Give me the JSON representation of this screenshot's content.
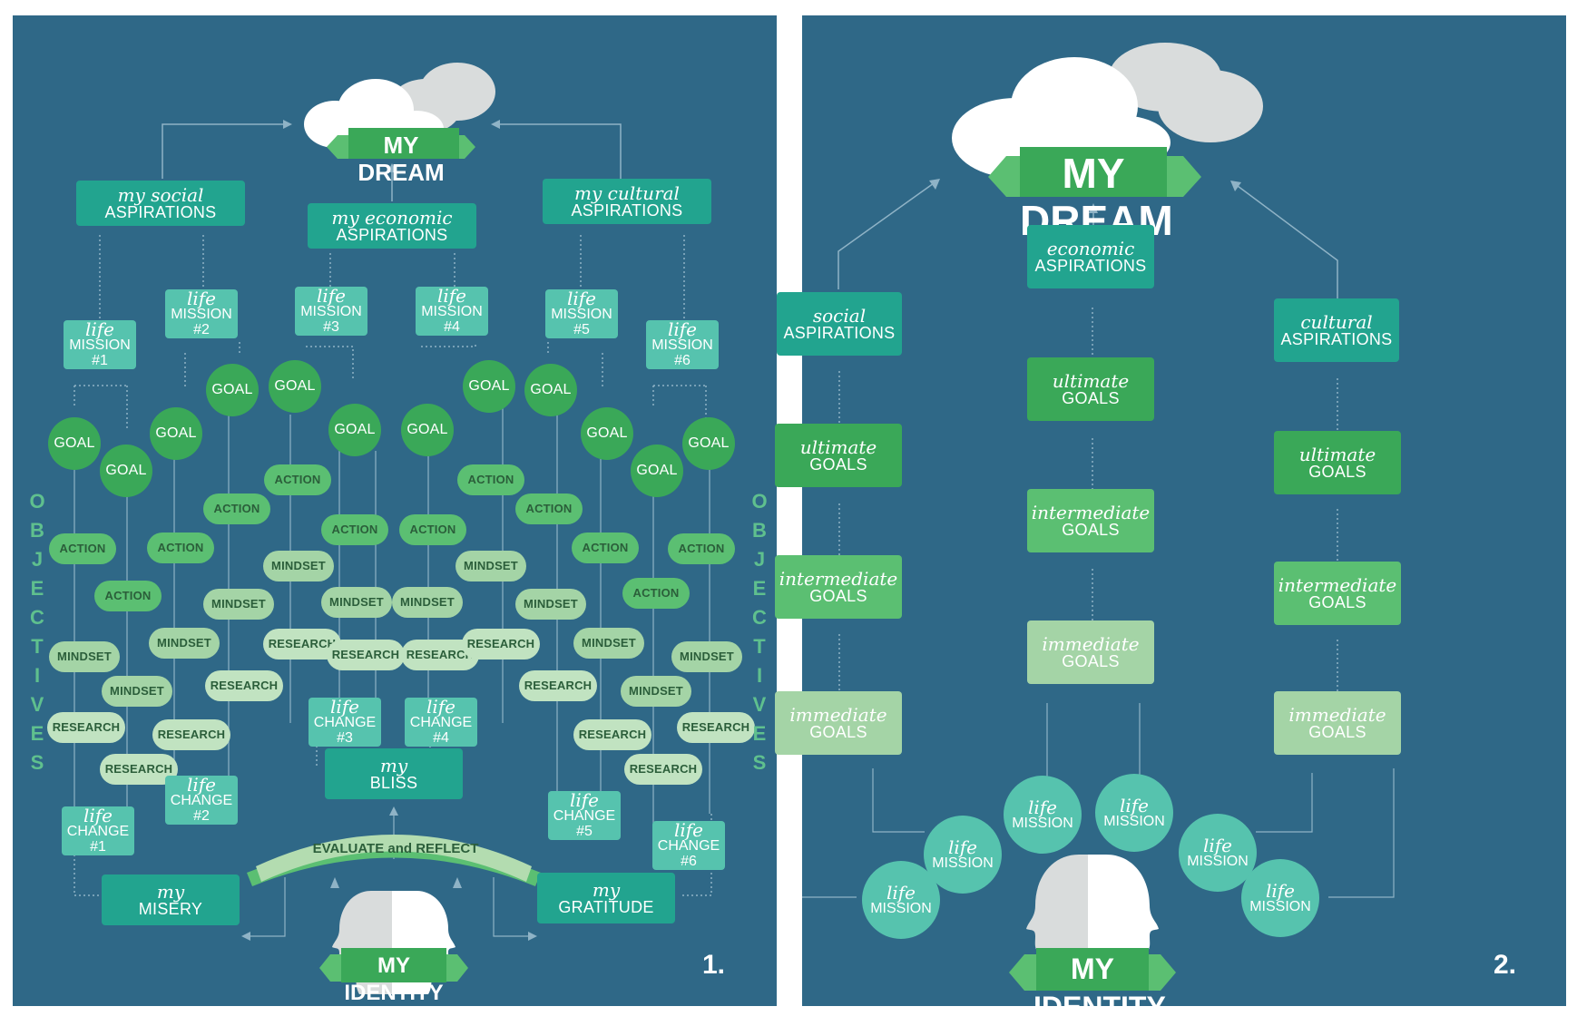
{
  "panel1": {
    "number": "1.",
    "dream": "MY DREAM",
    "identity": "MY IDENTITY",
    "evaluate": "EVALUATE and REFLECT",
    "objectives_left": [
      "O",
      "B",
      "J",
      "E",
      "C",
      "T",
      "I",
      "V",
      "E",
      "S"
    ],
    "objectives_right": [
      "O",
      "B",
      "J",
      "E",
      "C",
      "T",
      "I",
      "V",
      "E",
      "S"
    ],
    "aspirations": {
      "social": {
        "script": "my social",
        "caps": "ASPIRATIONS"
      },
      "economic": {
        "script": "my economic",
        "caps": "ASPIRATIONS"
      },
      "cultural": {
        "script": "my cultural",
        "caps": "ASPIRATIONS"
      }
    },
    "missions": [
      {
        "script": "life",
        "caps": "MISSION #1"
      },
      {
        "script": "life",
        "caps": "MISSION #2"
      },
      {
        "script": "life",
        "caps": "MISSION #3"
      },
      {
        "script": "life",
        "caps": "MISSION #4"
      },
      {
        "script": "life",
        "caps": "MISSION #5"
      },
      {
        "script": "life",
        "caps": "MISSION #6"
      }
    ],
    "goal_label": "GOAL",
    "action_label": "ACTION",
    "mindset_label": "MINDSET",
    "research_label": "RESEARCH",
    "changes": [
      {
        "script": "life",
        "caps": "CHANGE #1"
      },
      {
        "script": "life",
        "caps": "CHANGE #2"
      },
      {
        "script": "life",
        "caps": "CHANGE #3"
      },
      {
        "script": "life",
        "caps": "CHANGE #4"
      },
      {
        "script": "life",
        "caps": "CHANGE #5"
      },
      {
        "script": "life",
        "caps": "CHANGE #6"
      }
    ],
    "bliss": {
      "script": "my",
      "caps": "BLISS"
    },
    "misery": {
      "script": "my",
      "caps": "MISERY"
    },
    "gratitude": {
      "script": "my",
      "caps": "GRATITUDE"
    }
  },
  "panel2": {
    "number": "2.",
    "dream": "MY DREAM",
    "identity": "MY IDENTITY",
    "social": {
      "script": "social",
      "caps": "ASPIRATIONS"
    },
    "economic": {
      "script": "economic",
      "caps": "ASPIRATIONS"
    },
    "cultural": {
      "script": "cultural",
      "caps": "ASPIRATIONS"
    },
    "ultimate": {
      "script": "ultimate",
      "caps": "GOALS"
    },
    "intermediate": {
      "script": "intermediate",
      "caps": "GOALS"
    },
    "immediate": {
      "script": "immediate",
      "caps": "GOALS"
    },
    "mission": {
      "script": "life",
      "caps": "MISSION"
    }
  },
  "colors": {
    "background": "#2f6887",
    "cyan_box": "#22a48f",
    "goal_dark": "#3aa858",
    "goal_mid": "#5bbf72",
    "goal_light": "#a4d4a6",
    "mission_circle": "#56c3ae"
  }
}
